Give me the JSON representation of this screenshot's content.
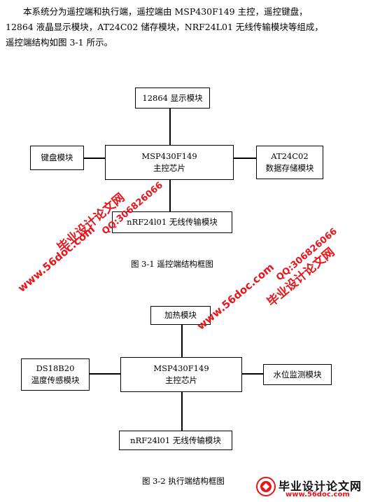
{
  "paragraph": {
    "lines": [
      "本系统分为遥控端和执行端，遥控端由 MSP430F149 主控，遥控键盘，",
      "12864 液晶显示模块，AT24C02 储存模块，NRF24L01 无线传输模块等组成，",
      "遥控端结构如图 3-1 所示。"
    ]
  },
  "diagram1": {
    "top": "12864 显示模块",
    "left": "键盘模块",
    "center": [
      "MSP430F149",
      "主控芯片"
    ],
    "right": [
      "AT24C02",
      "数据存储模块"
    ],
    "bottom": "nRF24l01 无线传输模块",
    "caption": "图 3-1  遥控端结构框图"
  },
  "diagram2": {
    "top": "加热模块",
    "left": [
      "DS18B20",
      "温度传感模块"
    ],
    "center": [
      "MSP430F149",
      "主控芯片"
    ],
    "right": "水位监测模块",
    "bottom": "nRF24l01 无线传输模块",
    "caption": "图 3-2  执行端结构框图"
  },
  "watermarks": {
    "site_name": "毕业设计论文网",
    "qq": "QQ:306826066",
    "url": "www.56doc.com"
  },
  "logo": {
    "name": "毕业设计论文网",
    "url": "www.56doc.com"
  },
  "colors": {
    "watermark": "#e8151b",
    "line": "#000000"
  }
}
